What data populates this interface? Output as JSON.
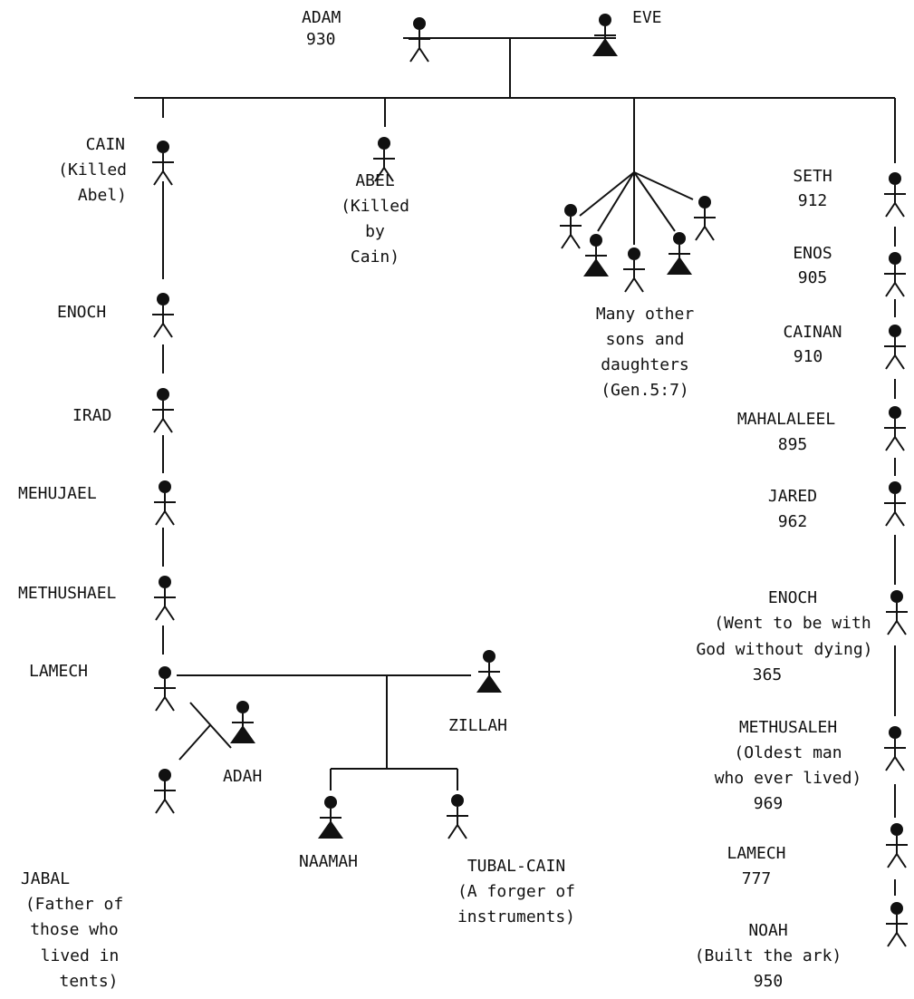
{
  "colors": {
    "ink": "#111111",
    "background": "#ffffff"
  },
  "people": {
    "adam": {
      "lines": [
        "ADAM",
        "930"
      ]
    },
    "eve": {
      "lines": [
        "EVE"
      ]
    },
    "cain": {
      "lines": [
        "CAIN",
        "(Killed",
        "Abel)"
      ]
    },
    "abel": {
      "lines": [
        "ABEL",
        "(Killed",
        "by",
        "Cain)"
      ]
    },
    "others": {
      "lines": [
        "Many other",
        "sons and",
        "daughters",
        "(Gen.5:7)"
      ]
    },
    "seth": {
      "lines": [
        "SETH",
        "912"
      ]
    },
    "enos": {
      "lines": [
        "ENOS",
        "905"
      ]
    },
    "cainan": {
      "lines": [
        "CAINAN",
        "910"
      ]
    },
    "mahalaleel": {
      "lines": [
        "MAHALALEEL",
        "895"
      ]
    },
    "jared": {
      "lines": [
        "JARED",
        "962"
      ]
    },
    "enoch_seth": {
      "lines": [
        "ENOCH",
        "(Went to be with",
        "God without dying)",
        "365"
      ]
    },
    "methuselah": {
      "lines": [
        "METHUSALEH",
        "(Oldest man",
        "who ever lived)",
        "969"
      ]
    },
    "lamech_seth": {
      "lines": [
        "LAMECH",
        "777"
      ]
    },
    "noah": {
      "lines": [
        "NOAH",
        "(Built the ark)",
        "950"
      ]
    },
    "enoch_cain": {
      "lines": [
        "ENOCH"
      ]
    },
    "irad": {
      "lines": [
        "IRAD"
      ]
    },
    "mehujael": {
      "lines": [
        "MEHUJAEL"
      ]
    },
    "methushael": {
      "lines": [
        "METHUSHAEL"
      ]
    },
    "lamech_cain": {
      "lines": [
        "LAMECH"
      ]
    },
    "zillah": {
      "lines": [
        "ZILLAH"
      ]
    },
    "adah": {
      "lines": [
        "ADAH"
      ]
    },
    "naamah": {
      "lines": [
        "NAAMAH"
      ]
    },
    "tubal_cain": {
      "lines": [
        "TUBAL-CAIN",
        "(A forger of",
        "instruments)"
      ]
    },
    "jabal": {
      "lines": [
        "JABAL",
        "(Father of",
        "those who",
        "lived in",
        "tents)"
      ]
    }
  }
}
